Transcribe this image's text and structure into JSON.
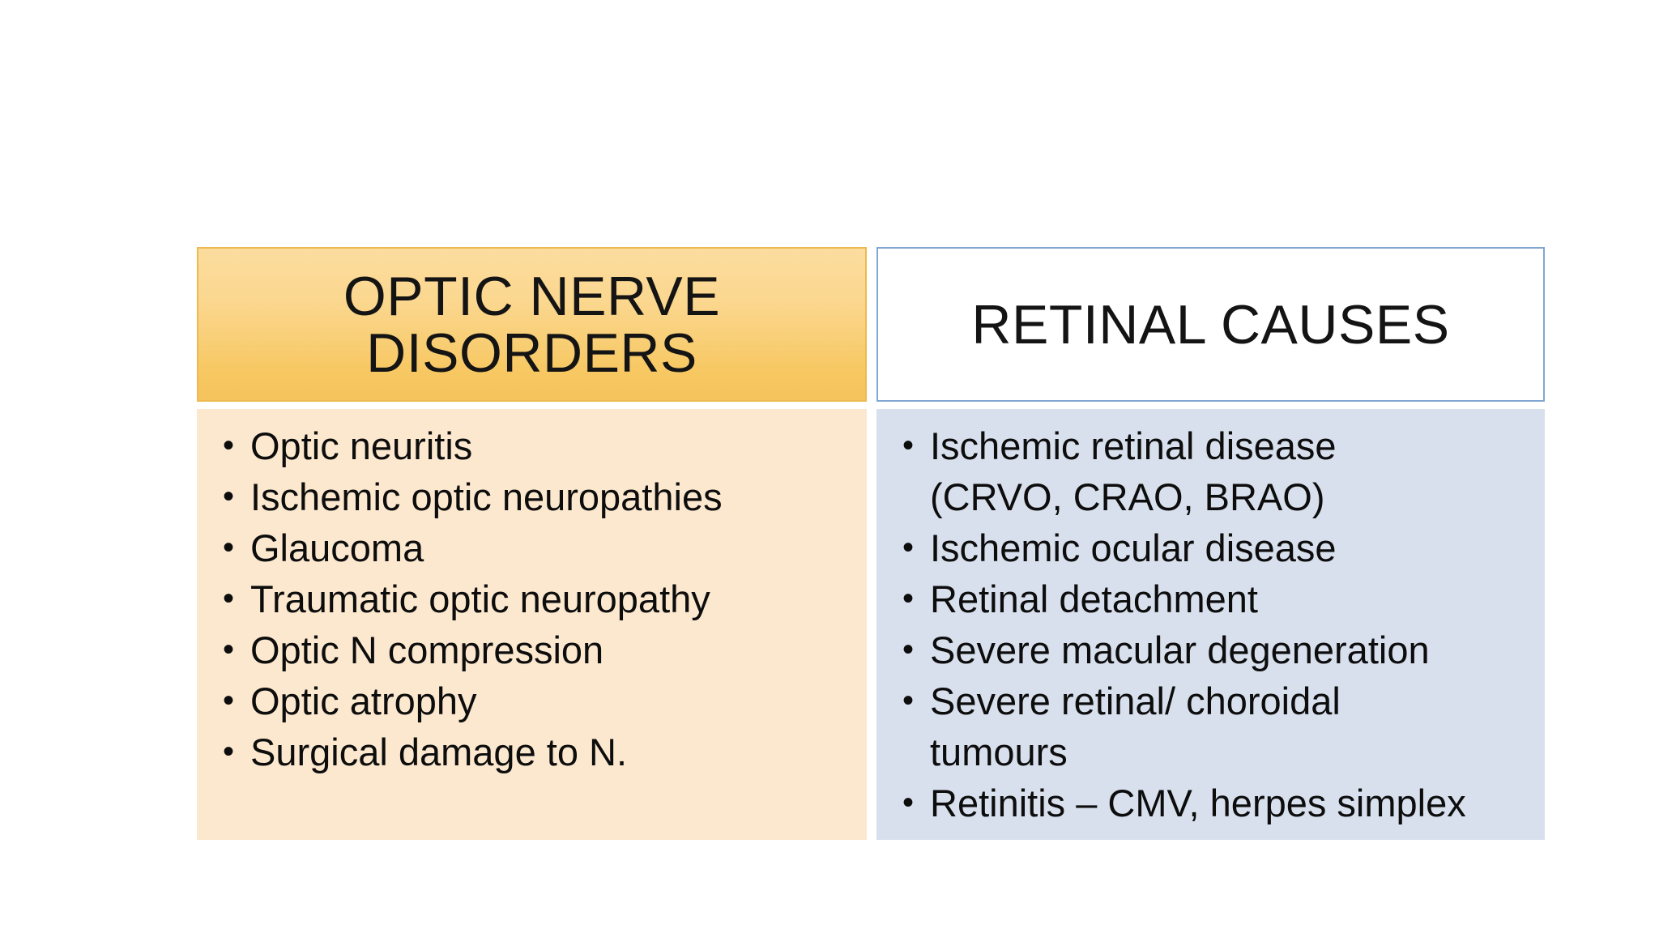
{
  "slide": {
    "bullet_char": "•",
    "text_color": "#0d0d0d",
    "background_color": "#ffffff",
    "columns": [
      {
        "id": "optic-nerve-disorders",
        "header": "OPTIC NERVE DISORDERS",
        "header_color_top": "#fbd78f",
        "header_color_bottom": "#f6c35c",
        "header_border_color": "#edb950",
        "body_color": "#fce8cf",
        "items": [
          {
            "lines": [
              "Optic neuritis"
            ]
          },
          {
            "lines": [
              "Ischemic optic neuropathies"
            ]
          },
          {
            "lines": [
              "Glaucoma"
            ]
          },
          {
            "lines": [
              "Traumatic optic neuropathy"
            ]
          },
          {
            "lines": [
              "Optic N compression"
            ]
          },
          {
            "lines": [
              "Optic atrophy"
            ]
          },
          {
            "lines": [
              "Surgical damage to N."
            ]
          }
        ]
      },
      {
        "id": "retinal-causes",
        "header": "RETINAL CAUSES",
        "header_color_top": "#aecbe9",
        "header_color_bottom": "#90b3dc",
        "header_border_color": "#82a6d2",
        "body_color": "#d8e0ed",
        "items": [
          {
            "lines": [
              "Ischemic retinal disease",
              "(CRVO, CRAO, BRAO)"
            ]
          },
          {
            "lines": [
              "Ischemic ocular disease"
            ]
          },
          {
            "lines": [
              "Retinal detachment"
            ]
          },
          {
            "lines": [
              "Severe macular degeneration"
            ]
          },
          {
            "lines": [
              "Severe retinal/ choroidal",
              "tumours"
            ]
          },
          {
            "lines": [
              "Retinitis – CMV, herpes simplex"
            ]
          }
        ]
      }
    ]
  }
}
